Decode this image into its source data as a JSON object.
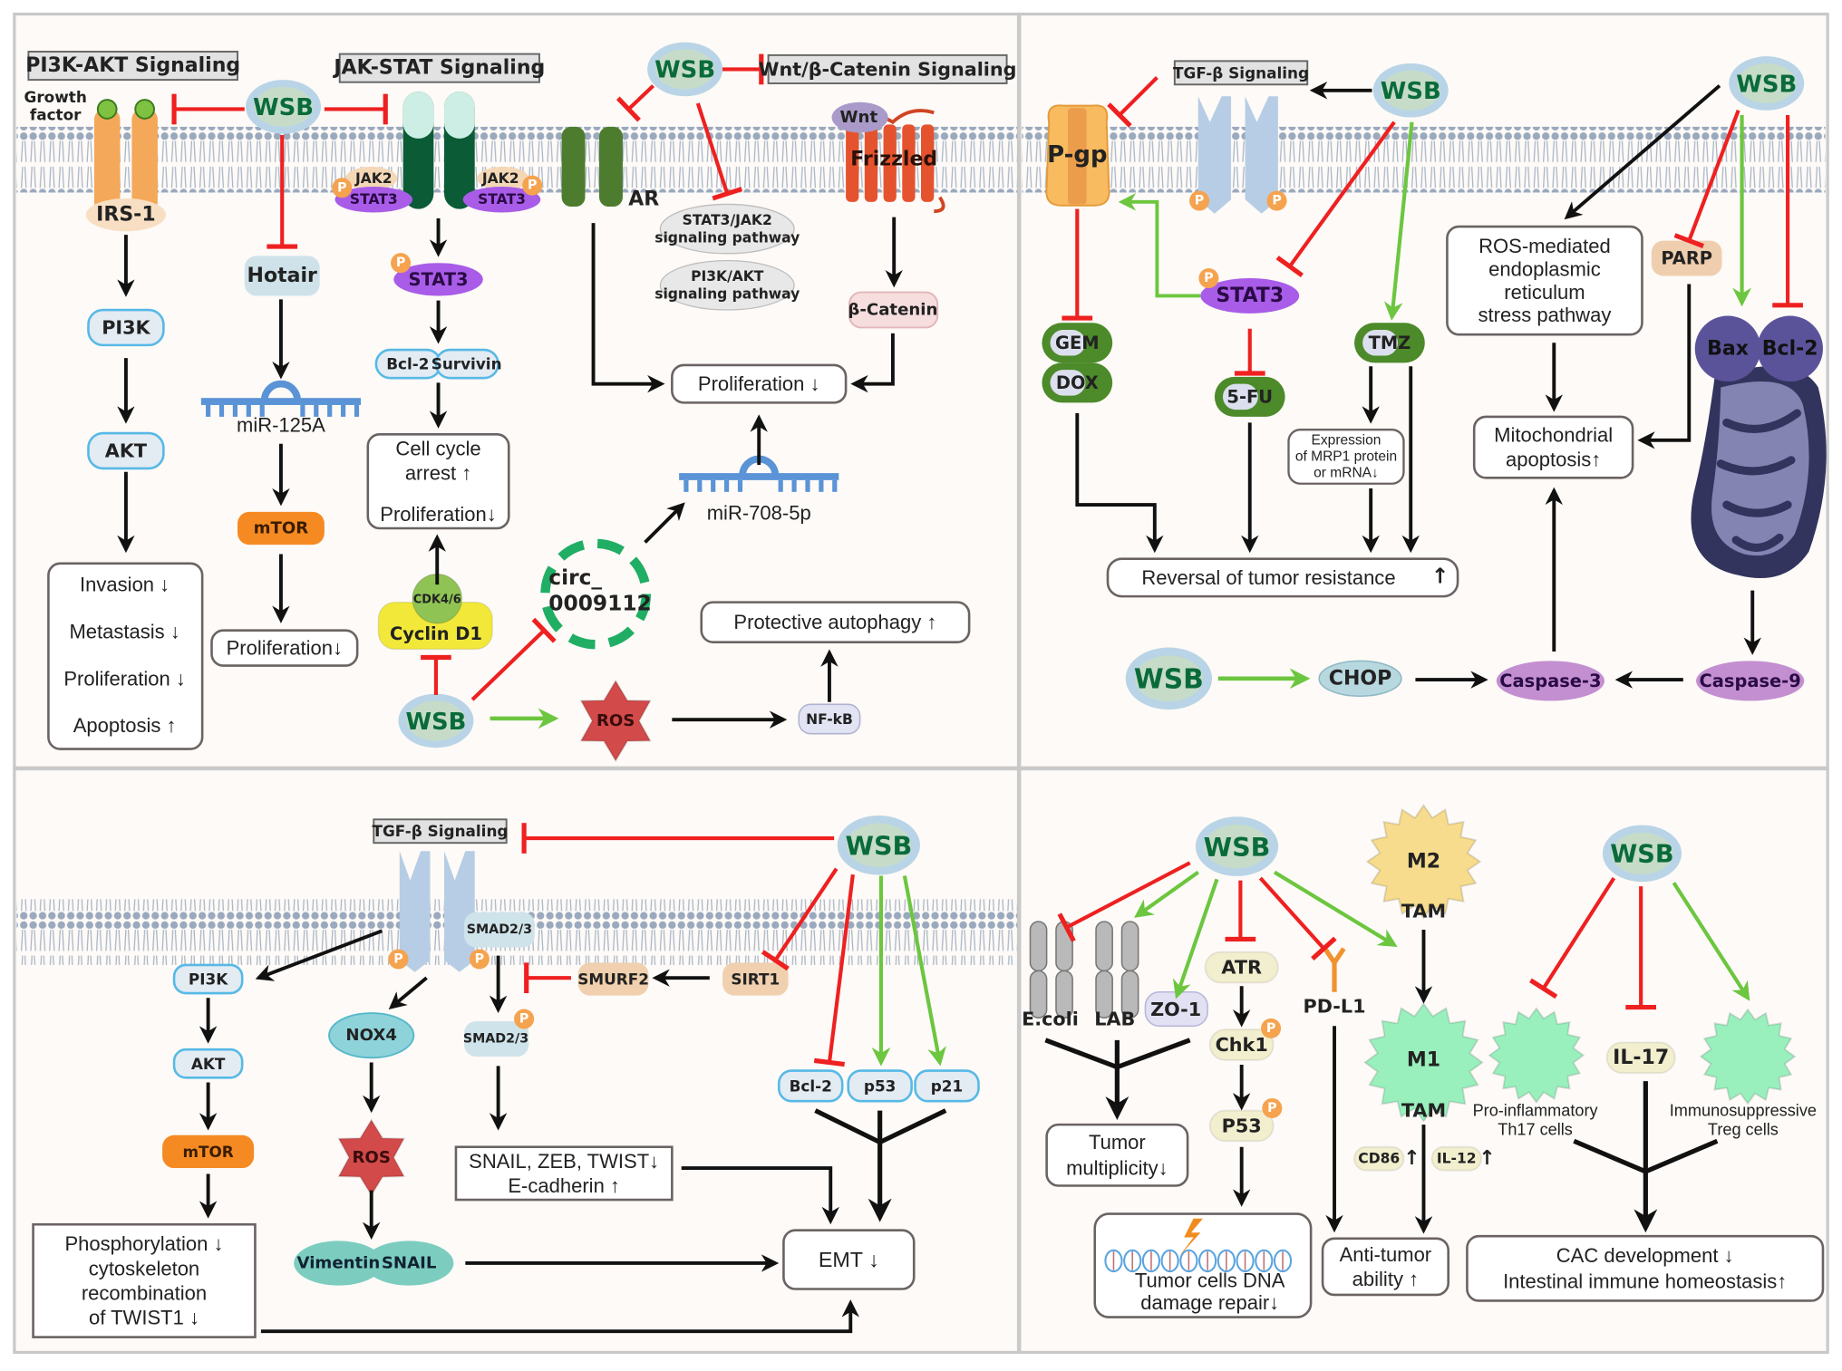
{
  "figure": {
    "agent_label": "WSB",
    "colors": {
      "inhibit": "#ee2020",
      "activate": "#6cc63f",
      "flow": "#111111",
      "wsb_fill": "#b9d4e6",
      "wsb_inner": "#c6dcc9",
      "wsb_text": "#0a6b3a",
      "membrane": "#9aa9bd",
      "panel_bg": "#fdfaf7",
      "panel_border": "#c9c9c9",
      "title_box": "#e2e2e2",
      "stat3": "#a85ce8",
      "blue_box_fill": "#e3ebf3",
      "blue_box_stroke": "#57b9e6",
      "mtor": "#f68a22",
      "ros": "#d24a4a",
      "drug_green": "#4c8a2a",
      "tan": "#f0d0ae",
      "caspase": "#c38fd0",
      "mito_dark": "#32345e",
      "mito_light": "#8384b2",
      "cyclin": "#f1e83a",
      "cdk": "#8fc454",
      "circ": "#1fae63",
      "teal": "#7ccdbf",
      "nox4": "#8fd3da",
      "m2": "#f6dc8c",
      "m1": "#9af0bd",
      "pill": "#f2efcf"
    }
  },
  "panels": [
    {
      "id": "top-left",
      "pathway_titles": [
        "PI3K-AKT Signaling",
        "JAK-STAT Signaling",
        "Wnt/β-Catenin Signaling"
      ],
      "nodes": {
        "growth_factor": "Growth\nfactor",
        "irs1": "IRS-1",
        "pi3k": "PI3K",
        "akt": "AKT",
        "outcome_akt": [
          "Invasion ↓",
          "Metastasis ↓",
          "Proliferation ↓",
          "Apoptosis ↑"
        ],
        "hotair": "Hotair",
        "mir125a": "miR-125A",
        "mtor": "mTOR",
        "prolif_mtor": "Proliferation↓",
        "jak2_left": "JAK2",
        "jak2_right": "JAK2",
        "stat3_left": "STAT3",
        "stat3_right": "STAT3",
        "stat3_p": "STAT3",
        "bcl2": "Bcl-2",
        "survivin": "Survivin",
        "cellcycle": [
          "Cell cycle",
          "arrest ↑",
          "Proliferation↓"
        ],
        "cdk46": "CDK4/6",
        "cyclind1": "Cyclin D1",
        "ar": "AR",
        "stat3jak2_pathway": [
          "STAT3/JAK2",
          "signaling pathway"
        ],
        "pi3kakt_pathway": [
          "PI3K/AKT",
          "signaling pathway"
        ],
        "wnt": "Wnt",
        "frizzled": "Frizzled",
        "bcatenin": "β-Catenin",
        "proliferation": "Proliferation  ↓",
        "mir708": "miR-708-5p",
        "circ": [
          "circ_",
          "0009112"
        ],
        "autophagy": "Protective autophagy  ↑",
        "ros": "ROS",
        "nfkb": "NF-kB",
        "phospho": "P"
      }
    },
    {
      "id": "top-right",
      "pathway_titles": [
        "TGF-β Signaling"
      ],
      "nodes": {
        "pgp": "P-gp",
        "gem": "GEM",
        "dox": "DOX",
        "stat3": "STAT3",
        "fu5": "5-FU",
        "tmz": "TMZ",
        "mrp1": [
          "Expression",
          "of MRP1 protein",
          "or mRNA↓"
        ],
        "reversal": "Reversal of tumor resistance",
        "reversal_arrow": "↑",
        "ros_er": [
          "ROS-mediated",
          "endoplasmic",
          "reticulum",
          "stress pathway"
        ],
        "parp": "PARP",
        "bax": "Bax",
        "bcl2": "Bcl-2",
        "mito_apoptosis": [
          "Mitochondrial",
          "apoptosis↑"
        ],
        "chop": "CHOP",
        "caspase3": "Caspase-3",
        "caspase9": "Caspase-9",
        "phospho": "P"
      }
    },
    {
      "id": "bottom-left",
      "pathway_titles": [
        "TGF-β Signaling"
      ],
      "nodes": {
        "pi3k": "PI3K",
        "akt": "AKT",
        "mtor": "mTOR",
        "phosph_box": [
          "Phosphorylation ↓",
          "cytoskeleton",
          "recombination",
          "of TWIST1 ↓"
        ],
        "nox4": "NOX4",
        "ros": "ROS",
        "vimentin": "Vimentin",
        "snail": "SNAIL",
        "smad_membrane": "SMAD2/3",
        "smad_cyto": "SMAD2/3",
        "snail_box": [
          "SNAIL, ZEB, TWIST↓",
          "E-cadherin ↑"
        ],
        "smurf2": "SMURF2",
        "sirt1": "SIRT1",
        "bcl2": "Bcl-2",
        "p53": "p53",
        "p21": "p21",
        "emt": "EMT  ↓",
        "phospho": "P"
      }
    },
    {
      "id": "bottom-right",
      "nodes": {
        "ecoli": "E.coli",
        "lab": "LAB",
        "zo1": "ZO-1",
        "atr": "ATR",
        "chk1": "Chk1",
        "p53": "P53",
        "pdl1": "PD-L1",
        "m2": "M2",
        "m2_tam": "TAM",
        "m1": "M1",
        "m1_tam": "TAM",
        "cd86": "CD86",
        "il12": "IL-12",
        "tumor_mult": [
          "Tumor",
          "multiplicity↓"
        ],
        "dna_repair": [
          "Tumor cells DNA",
          "damage repair↓"
        ],
        "antitumor": [
          "Anti-tumor",
          "ability ↑"
        ],
        "th17": [
          "Pro-inflammatory",
          "Th17 cells"
        ],
        "il17": "IL-17",
        "treg": [
          "Immunosuppressive",
          "Treg cells"
        ],
        "cac": [
          "CAC development ↓",
          "Intestinal immune homeostasis↑"
        ],
        "up_arrow": "↑",
        "phospho": "P"
      }
    }
  ]
}
